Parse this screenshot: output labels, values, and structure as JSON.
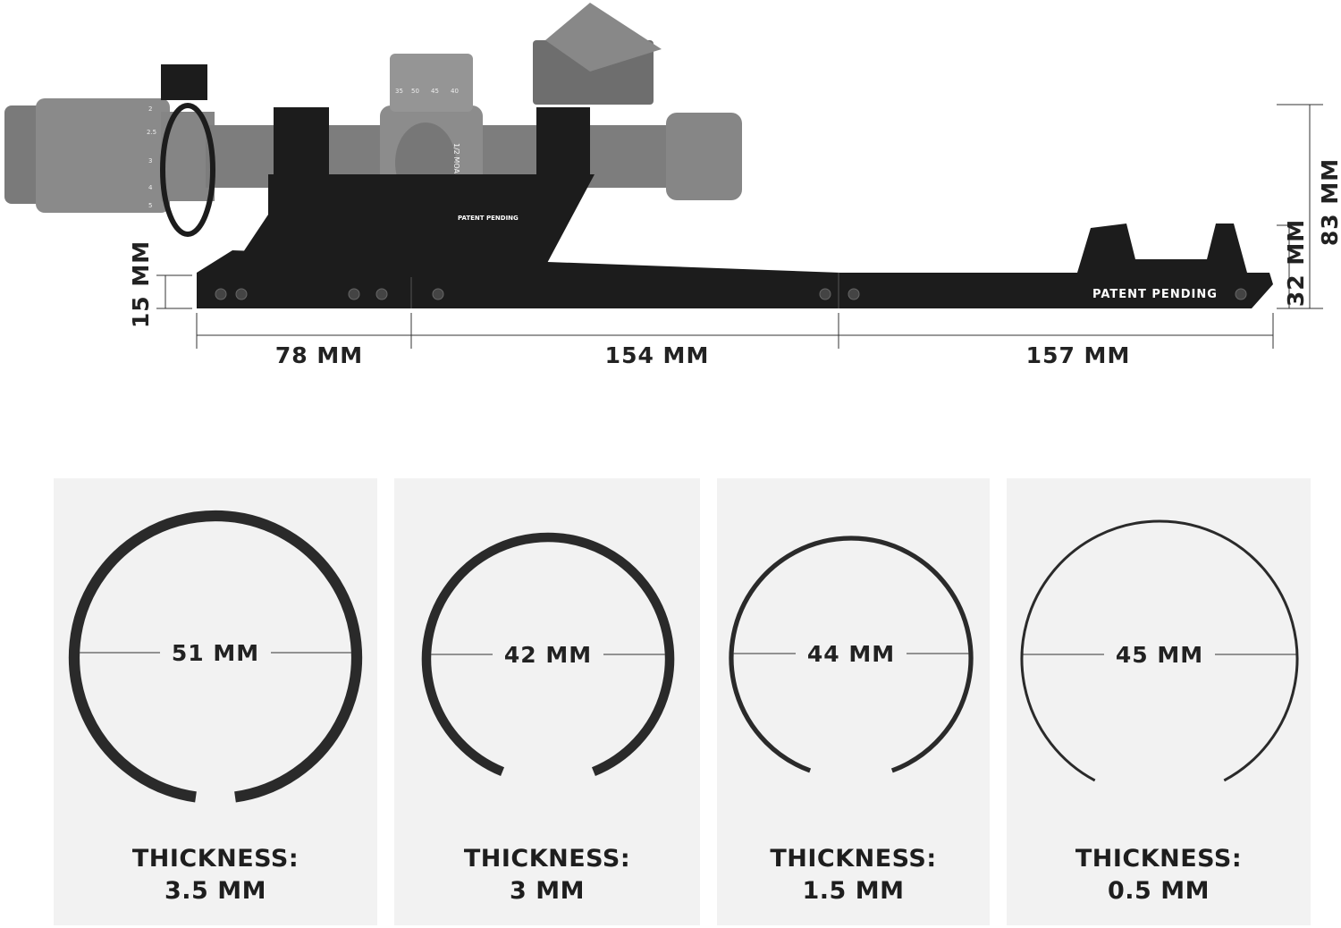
{
  "mount": {
    "patent_label": "PATENT PENDING",
    "patent_label_small": "PATENT PENDING",
    "turret_label": "1/2 MOA",
    "turret_numbers": [
      "35",
      "50",
      "45",
      "40"
    ],
    "magnification_marks": [
      "2",
      "2.5",
      "3",
      "4",
      "5"
    ],
    "dimensions": {
      "base_height": "15 MM",
      "front_length": "78 MM",
      "middle_length": "154 MM",
      "rear_length": "157 MM",
      "total_height": "83 MM",
      "rest_height": "32 MM"
    }
  },
  "rings": [
    {
      "diameter": "51 MM",
      "thickness_label": "THICKNESS:",
      "thickness": "3.5 MM",
      "thickness_mm": 3.5
    },
    {
      "diameter": "42 MM",
      "thickness_label": "THICKNESS:",
      "thickness": "3 MM",
      "thickness_mm": 3
    },
    {
      "diameter": "44 MM",
      "thickness_label": "THICKNESS:",
      "thickness": "1.5 MM",
      "thickness_mm": 1.5
    },
    {
      "diameter": "45 MM",
      "thickness_label": "THICKNESS:",
      "thickness": "0.5 MM",
      "thickness_mm": 0.5
    }
  ],
  "colors": {
    "metal": "#1c1c1c",
    "scope": "#7d7d7d",
    "panel": "#f2f2f2",
    "ring": "#2a2a2a"
  }
}
